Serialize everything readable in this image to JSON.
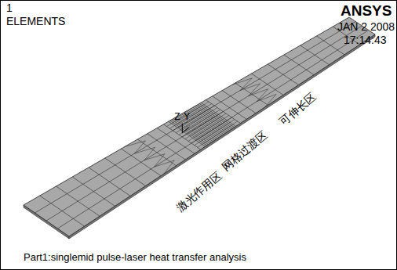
{
  "diagram": {
    "labels": [
      "1",
      "ELEMENTS",
      "ANSYS",
      "JAN 2 2008",
      "17:14:43",
      "Z",
      "Y",
      "激光作用区",
      "网格过渡区",
      "可伸长区",
      "Part1:singlemid pulse-laser heat transfer analysis"
    ]
  }
}
